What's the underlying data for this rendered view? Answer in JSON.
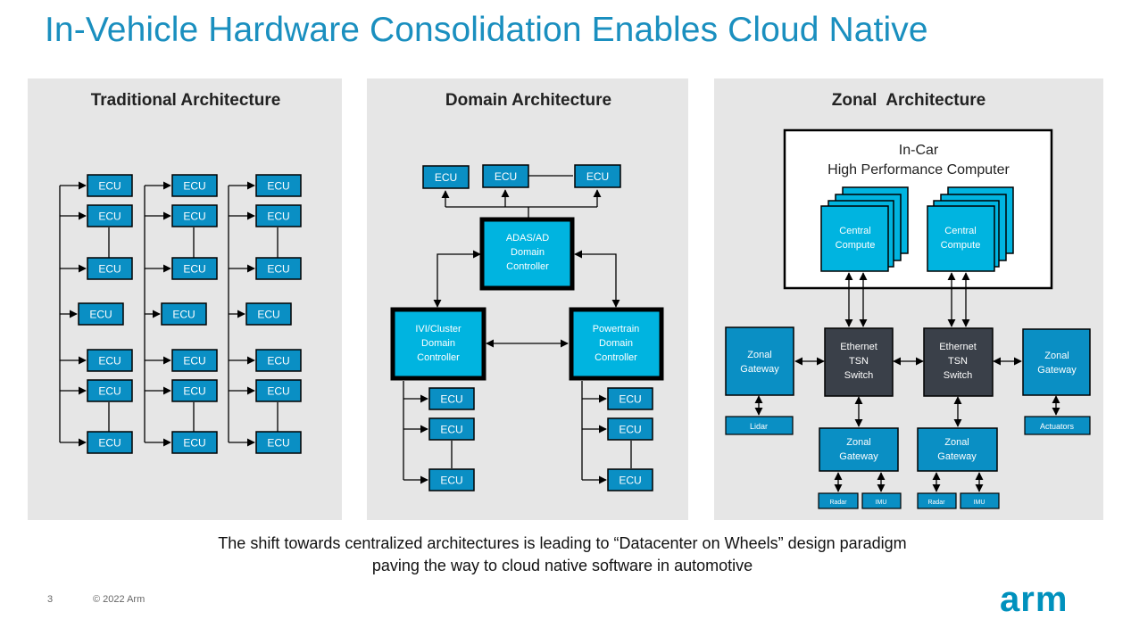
{
  "slide": {
    "title": "In-Vehicle Hardware Consolidation Enables Cloud Native",
    "caption_line1": "The shift towards centralized architectures is leading to “Datacenter on Wheels” design paradigm",
    "caption_line2": "paving the way to cloud native software in automotive",
    "page_number": "3",
    "copyright": "© 2022 Arm",
    "logo_text": "arm"
  },
  "colors": {
    "title": "#1a8fbf",
    "panel_bg": "#e6e6e6",
    "ecu_fill": "#0a8fc4",
    "controller_fill": "#00b4e0",
    "switch_fill": "#3a4049",
    "logo": "#0091bd"
  },
  "panels": {
    "traditional": {
      "heading": "Traditional Architecture",
      "ecu_label": "ECU"
    },
    "domain": {
      "heading": "Domain Architecture",
      "ecu_label": "ECU",
      "adas": [
        "ADAS/AD",
        "Domain",
        "Controller"
      ],
      "ivi": [
        "IVI/Cluster",
        "Domain",
        "Controller"
      ],
      "powertrain": [
        "Powertrain",
        "Domain",
        "Controller"
      ]
    },
    "zonal": {
      "heading": "Zonal  Architecture",
      "hpc_line1": "In-Car",
      "hpc_line2": "High Performance Computer",
      "central_compute": [
        "Central",
        "Compute"
      ],
      "ethernet_switch": [
        "Ethernet",
        "TSN",
        "Switch"
      ],
      "zonal_gateway": [
        "Zonal",
        "Gateway"
      ],
      "lidar": "Lidar",
      "actuators": "Actuators",
      "radar": "Radar",
      "imu": "IMU"
    }
  }
}
